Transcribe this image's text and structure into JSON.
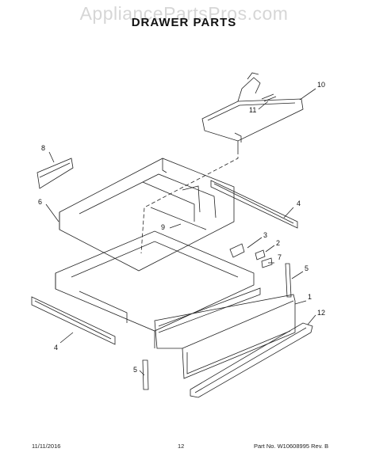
{
  "watermark": "AppliancePartsPros.com",
  "title": "DRAWER PARTS",
  "callouts": {
    "c1": "1",
    "c2": "2",
    "c3": "3",
    "c4a": "4",
    "c4b": "4",
    "c5a": "5",
    "c5b": "5",
    "c6": "6",
    "c7": "7",
    "c8": "8",
    "c9": "9",
    "c10": "10",
    "c11": "11",
    "c12": "12"
  },
  "footer": {
    "date": "11/11/2016",
    "page": "12",
    "part_no": "Part No. W10608995  Rev. B"
  }
}
